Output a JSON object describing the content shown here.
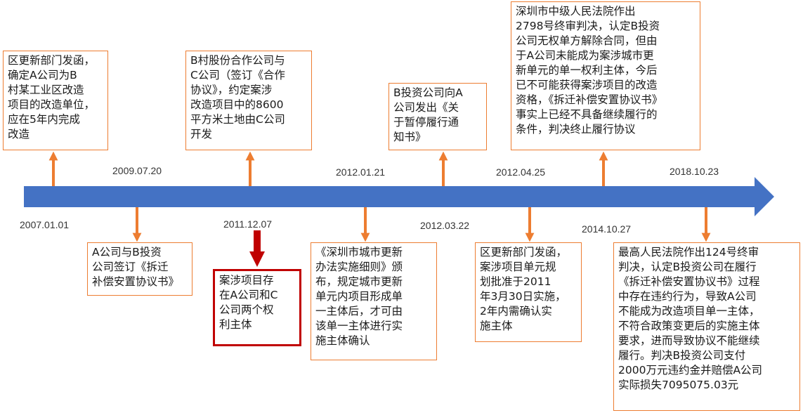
{
  "colors": {
    "arrow": "#4472C4",
    "connector": "#ED7D31",
    "box_border": "#ED7D31",
    "highlight": "#C00000"
  },
  "dates": [
    "2007.01.01",
    "2009.07.20",
    "2011.12.07",
    "2012.01.21",
    "2012.03.22",
    "2012.04.25",
    "2014.10.27",
    "2018.10.23"
  ],
  "events": [
    {
      "text": "区更新部门发函，\n确定A公司为B\n村某工业区改造\n项目的改造单位，\n应在5年内完成\n改造"
    },
    {
      "text": "A公司与B投资\n公司签订《拆迁\n补偿安置协议书》"
    },
    {
      "text": "B村股份合作公司与\nC公司（签订《合作\n协议》，约定案涉\n改造项目中的8600\n平方米土地由C公司\n开发"
    },
    {
      "text": "案涉项目存\n在A公司和C\n公司两个权\n利主体"
    },
    {
      "text": "《深圳市城市更新\n办法实施细则》颁\n布，规定城市更新\n单元内项目形成单\n一主体后，才可由\n该单一主体进行实\n施主体确认"
    },
    {
      "text": "B投资公司向A\n公司发出《关\n于暂停履行通\n知书》"
    },
    {
      "text": "区更新部门发函，\n案涉项目单元规\n划批准于2011\n年3月30日实施，\n2年内需确认实\n施主体"
    },
    {
      "text": "深圳市中级人民法院作出\n2798号终审判决，认定B投资\n公司无权单方解除合同，但由\n于A公司未能成为案涉城市更\n新单元的单一权利主体，今后\n已不可能获得案涉项目的改造\n资格，《拆迁补偿安置协议书》\n事实上已经不具备继续履行的\n条件，判决终止履行协议"
    },
    {
      "text": "最高人民法院作出124号终审\n判决，认定B投资公司在履行\n《拆迁补偿安置协议书》过程\n中存在违约行为，导致A公司\n不能成为改造项目单一主体，\n不符合政策变更后的实施主体\n要求，进而导致协议不能继续\n履行。判决B投资公司支付\n2000万元违约金并赔偿A公司\n实际损失7095075.03元"
    }
  ]
}
